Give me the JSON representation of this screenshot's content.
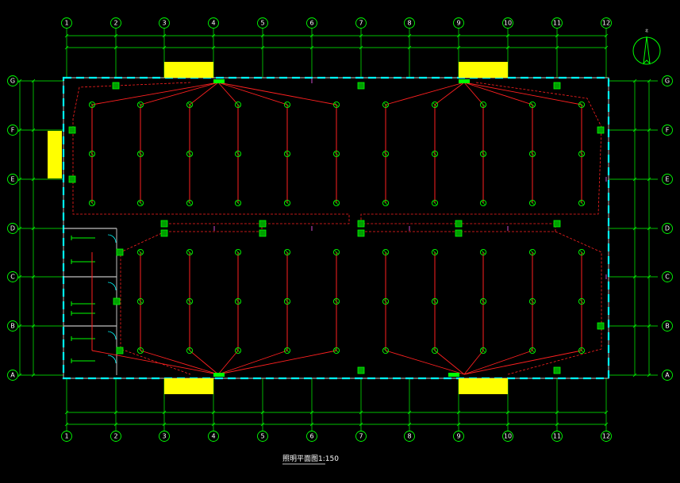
{
  "drawing": {
    "title": "照明平面图1:150",
    "north_label": "北"
  },
  "axes": {
    "columns": [
      "1",
      "2",
      "3",
      "4",
      "5",
      "6",
      "7",
      "8",
      "9",
      "10",
      "11",
      "12"
    ],
    "rows": [
      "G",
      "F",
      "E",
      "D",
      "C",
      "B",
      "A"
    ]
  },
  "colors": {
    "background": "#000000",
    "grid": "#00ff00",
    "wall": "#00ffff",
    "circuit": "#ff2020",
    "door": "#ffff00",
    "text": "#ffffff"
  }
}
